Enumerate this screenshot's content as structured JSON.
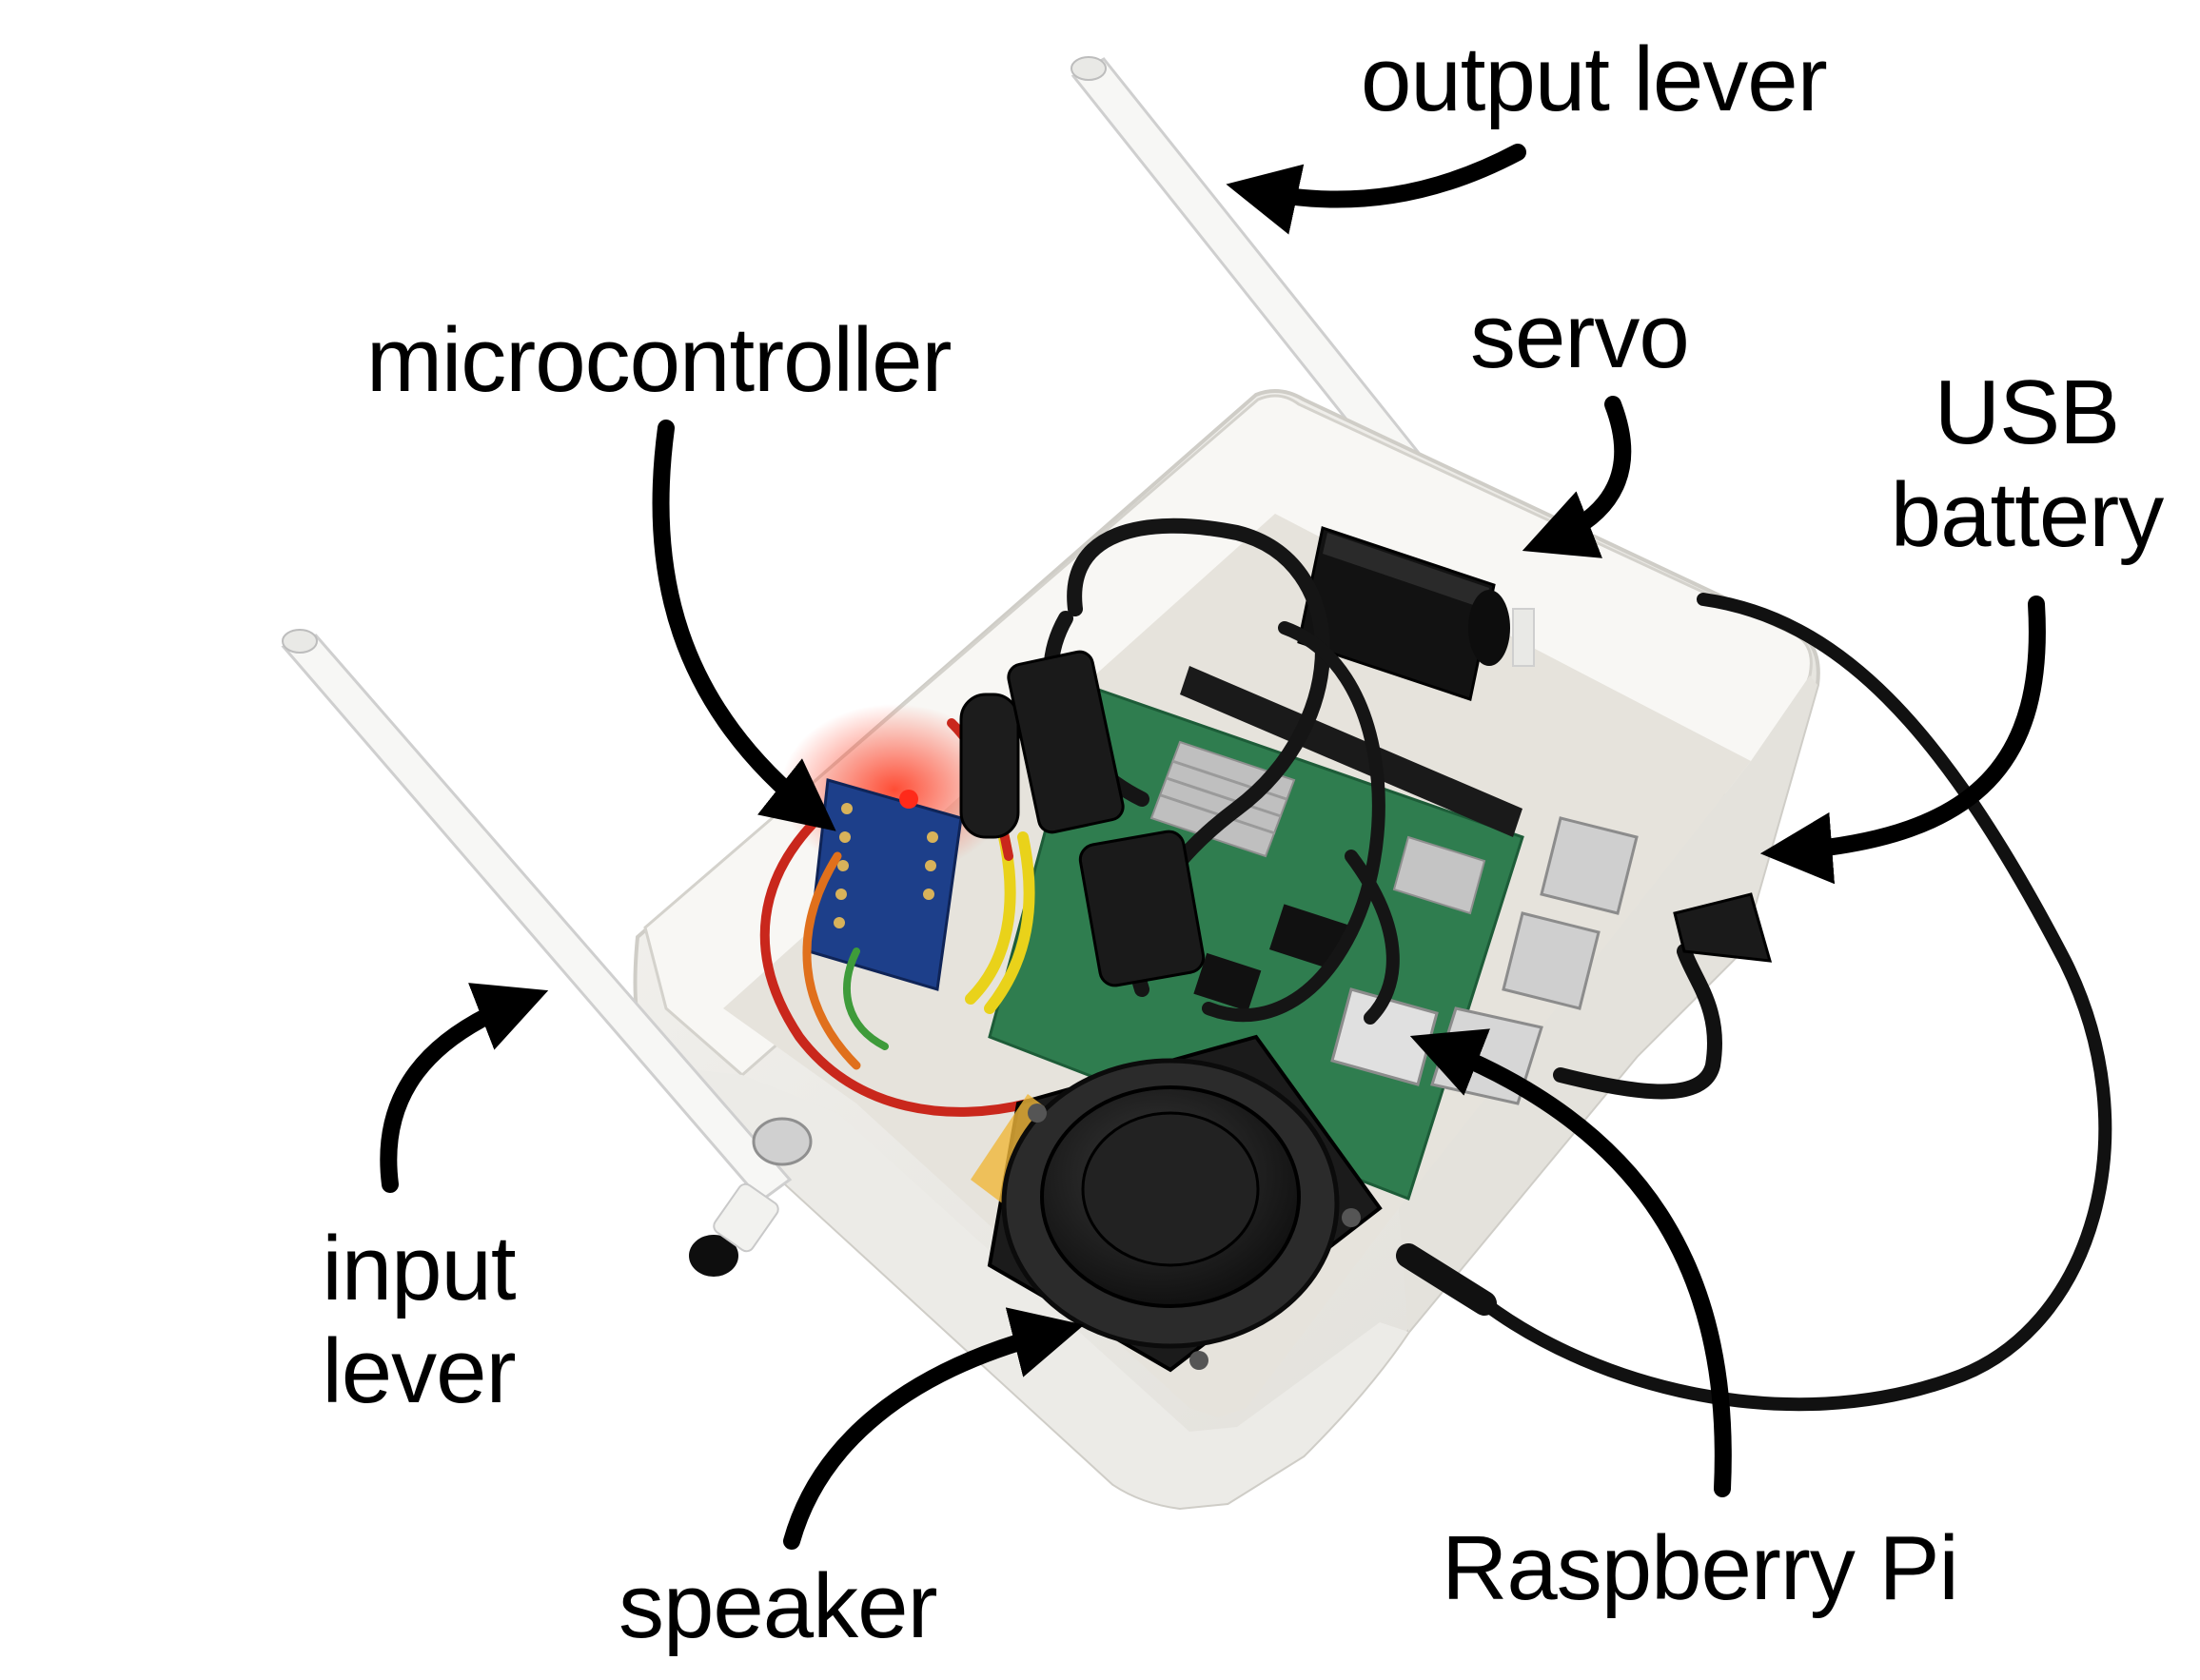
{
  "labels": {
    "output_lever": "output lever",
    "microcontroller": "microcontroller",
    "servo": "servo",
    "usb_battery_line1": "USB",
    "usb_battery_line2": "battery",
    "input_lever_line1": "input",
    "input_lever_line2": "lever",
    "speaker": "speaker",
    "raspberry_pi": "Raspberry Pi"
  },
  "colors": {
    "background": "#ffffff",
    "enclosure": "#f3f2ef",
    "enclosure_shadow": "#d9d7d2",
    "pcb_green": "#2f7d4f",
    "cable_black": "#151515",
    "speaker_black": "#1b1b1b",
    "led_red": "#ff2a1a",
    "wire_yellow": "#e9d21a",
    "wire_red": "#c9271c",
    "wire_orange": "#e0701c",
    "metal": "#c9c9c9",
    "arrow": "#000000"
  }
}
